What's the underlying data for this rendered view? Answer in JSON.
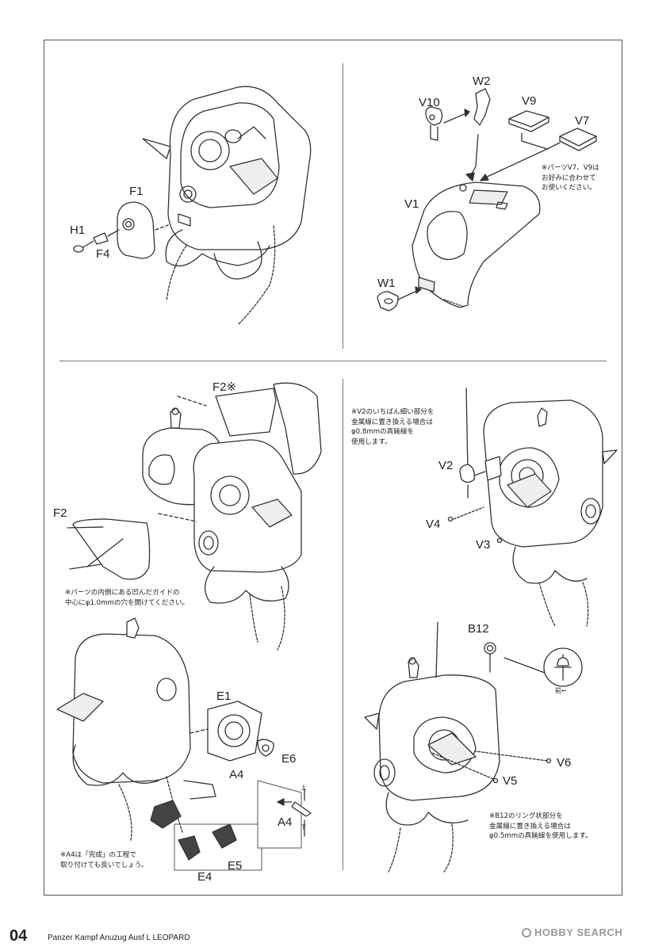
{
  "page": {
    "number": "04",
    "title": "Panzer Kampf Anuzug Ausf L LEOPARD",
    "watermark": "HOBBY SEARCH"
  },
  "panels": {
    "step1": {
      "labels": {
        "f1": "F1",
        "h1": "H1",
        "f4": "F4"
      }
    },
    "step2": {
      "labels": {
        "w2": "W2",
        "v10": "V10",
        "v9": "V9",
        "v7": "V7",
        "v1": "V1",
        "w1": "W1"
      },
      "note": "※パーツV7、V9は\nお好みに合わせて\nお使いください。"
    },
    "step3": {
      "labels": {
        "f2_star": "F2※",
        "f2": "F2"
      },
      "note": "※パーツの内側にある凹んだガイドの\n中心にφ1.0mmの穴を開けてください。"
    },
    "step4": {
      "labels": {
        "v2": "V2",
        "v4": "V4",
        "v3": "V3"
      },
      "note": "※V2のいちばん細い部分を\n金属線に置き換える場合は\nφ0.8mmの真鍮線を\n使用します。"
    },
    "step5": {
      "labels": {
        "e1": "E1",
        "e6": "E6",
        "a4": "A4",
        "a4_detail": "A4",
        "e5": "E5",
        "e4": "E4"
      },
      "note": "※A4は「完成」の工程で\n取り付けても良いでしょう。",
      "detail_marks": {
        "top": "上",
        "bottom": "下"
      }
    },
    "step6": {
      "labels": {
        "b12": "B12",
        "v6": "V6",
        "v5": "V5"
      },
      "front_caption": "前←",
      "note": "※B12のリング状部分を\n金属線に置き換える場合は\nφ0.5mmの真鍮線を使用します。"
    }
  }
}
